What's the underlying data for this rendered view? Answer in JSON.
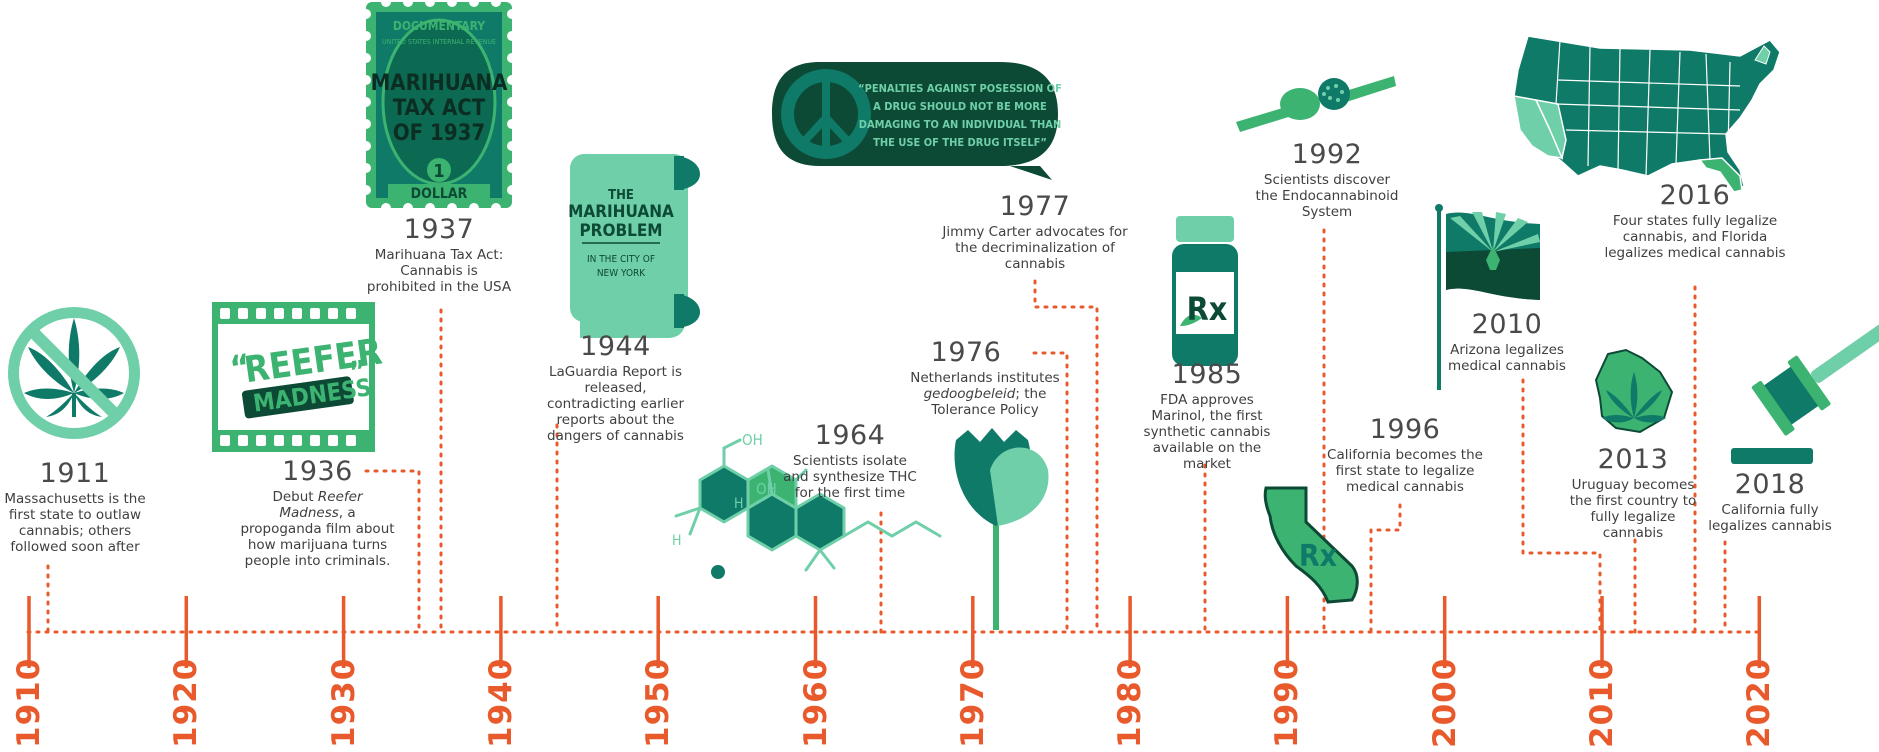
{
  "colors": {
    "axis": "#e85a2c",
    "dark_teal": "#0f7a68",
    "mid_green": "#3cb371",
    "light_green": "#6fcfa8",
    "deep_green": "#0c4a35",
    "text": "#3f3f3f"
  },
  "decades": [
    "1910",
    "1920",
    "1930",
    "1940",
    "1950",
    "1960",
    "1970",
    "1980",
    "1990",
    "2000",
    "2010",
    "2020"
  ],
  "events": [
    {
      "year": "1911",
      "desc": "Massachusetts is the first state to outlaw cannabis; others followed soon after"
    },
    {
      "year": "1936",
      "desc_pre": "Debut ",
      "desc_em": "Reefer Madness",
      "desc_post": ", a propoganda film about how marijuana turns people into criminals."
    },
    {
      "year": "1937",
      "desc": "Marihuana Tax Act: Cannabis is prohibited in the USA"
    },
    {
      "year": "1944",
      "desc": "LaGuardia Report is released, contradicting earlier reports about the dangers of cannabis"
    },
    {
      "year": "1964",
      "desc": "Scientists isolate and synthesize THC for the first time"
    },
    {
      "year": "1976",
      "desc_pre": "Netherlands institutes ",
      "desc_em": "gedoogbeleid",
      "desc_post": "; the Tolerance Policy"
    },
    {
      "year": "1977",
      "desc": "Jimmy Carter advocates for the decriminalization of cannabis"
    },
    {
      "year": "1985",
      "desc": "FDA approves Marinol, the first synthetic cannabis available on the market"
    },
    {
      "year": "1992",
      "desc": "Scientists discover the Endocannabinoid System"
    },
    {
      "year": "1996",
      "desc": "California becomes the first state to legalize medical cannabis"
    },
    {
      "year": "2010",
      "desc": "Arizona legalizes medical cannabis"
    },
    {
      "year": "2013",
      "desc": "Uruguay becomes the first country to fully legalize cannabis"
    },
    {
      "year": "2016",
      "desc": "Four states fully legalize cannabis, and Florida legalizes medical cannabis"
    },
    {
      "year": "2018",
      "desc": "California fully legalizes cannabis"
    }
  ],
  "illustrations": {
    "stamp": {
      "top": "DOCUMENTARY",
      "ring": "UNITED STATES INTERNAL REVENUE",
      "l1": "MARIHUANA",
      "l2": "TAX ACT",
      "l3": "OF 1937",
      "num": "1",
      "bottom": "DOLLAR"
    },
    "film": {
      "l1": "REEFER",
      "l2": "MADNESS",
      "q1": "“",
      "q2": "”"
    },
    "scroll": {
      "l1": "THE",
      "l2": "MARIHUANA",
      "l3": "PROBLEM",
      "l4": "IN THE CITY OF",
      "l5": "NEW YORK"
    },
    "quote": {
      "l1": "“PENALTIES AGAINST POSESSION OF",
      "l2": "A DRUG SHOULD NOT BE MORE",
      "l3": "DAMAGING TO AN INDIVIDUAL THAN",
      "l4": "THE USE OF THE DRUG ITSELF”"
    },
    "molecule": {
      "oh1": "OH",
      "oh2": "OH",
      "h1": "H",
      "h2": "H"
    },
    "rx_bottle": "Rx",
    "rx_ca": "Rx"
  }
}
